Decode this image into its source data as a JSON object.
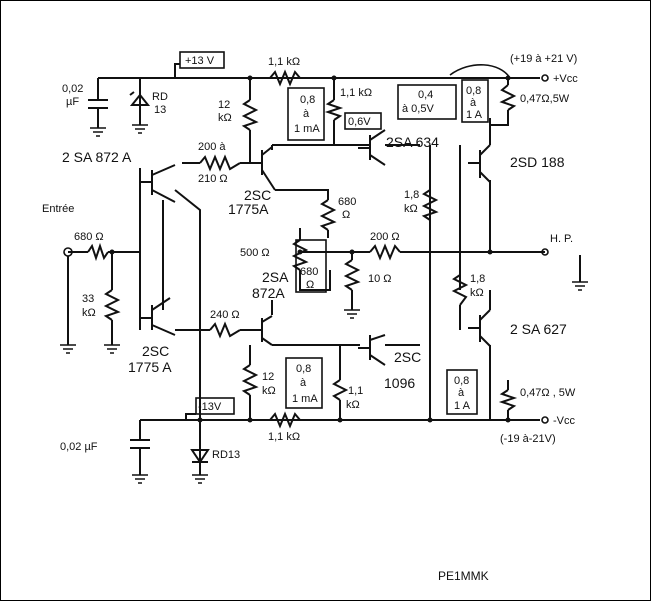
{
  "rails": {
    "pos_supply": "+13 V",
    "neg_supply": "-13V",
    "vcc_pos": "+Vcc",
    "vcc_pos_range": "(+19 à +21 V)",
    "vcc_neg": "-Vcc",
    "vcc_neg_range": "(-19 à-21V)"
  },
  "components": {
    "c_top": [
      "0,02",
      "µF"
    ],
    "z_top": [
      "RD",
      "13"
    ],
    "r_top_rail": "1,1 kΩ",
    "r_12k_top": [
      "12",
      "kΩ"
    ],
    "adj_08_top": [
      "0,8",
      "à",
      "1 mA"
    ],
    "r_11k_mid": "1,1 kΩ",
    "v06": "0,6V",
    "adj_04": [
      "0,4",
      "à 0,5V"
    ],
    "adj_08_right": [
      "0,8",
      "à",
      "1 A"
    ],
    "r_047_top": "0,47Ω,5W",
    "q_2sa872a": "2 SA 872 A",
    "r_200_210": [
      "200 à",
      "210 Ω"
    ],
    "q_2sc1775a_top": [
      "2SC",
      "1775A"
    ],
    "q_2sa634": "2SA 634",
    "q_2sd188": "2SD 188",
    "r_680_top": "680",
    "r_680_top_unit": "Ω",
    "r_18k_left": [
      "1,8",
      "kΩ"
    ],
    "entree": "Entrée",
    "r_680_in": "680 Ω",
    "r_500": "500 Ω",
    "r_200": "200 Ω",
    "hp": "H. P.",
    "q_2sa872a_mid": [
      "2SA",
      "872A"
    ],
    "r_680_box": [
      "680",
      "Ω"
    ],
    "r_10": "10 Ω",
    "r_33k": [
      "33",
      "kΩ"
    ],
    "r_18k_right": [
      "1,8",
      "kΩ"
    ],
    "r_240": "240 Ω",
    "q_2sa627": "2 SA 627",
    "q_2sc1775a_bot": [
      "2SC",
      "1775 A"
    ],
    "q_2sc1096": [
      "2SC",
      "1096"
    ],
    "r_12k_bot": [
      "12",
      "kΩ"
    ],
    "adj_08_bot": [
      "0,8",
      "à",
      "1 mA"
    ],
    "r_11k_bot": [
      "1,1",
      "kΩ"
    ],
    "adj_08_bot_right": [
      "0,8",
      "à",
      "1 A"
    ],
    "r_047_bot": "0,47Ω , 5W",
    "r_bot_rail": "1,1 kΩ",
    "c_bot": "0,02 µF",
    "z_bot": "RD13"
  },
  "credit": "PE1MMK"
}
